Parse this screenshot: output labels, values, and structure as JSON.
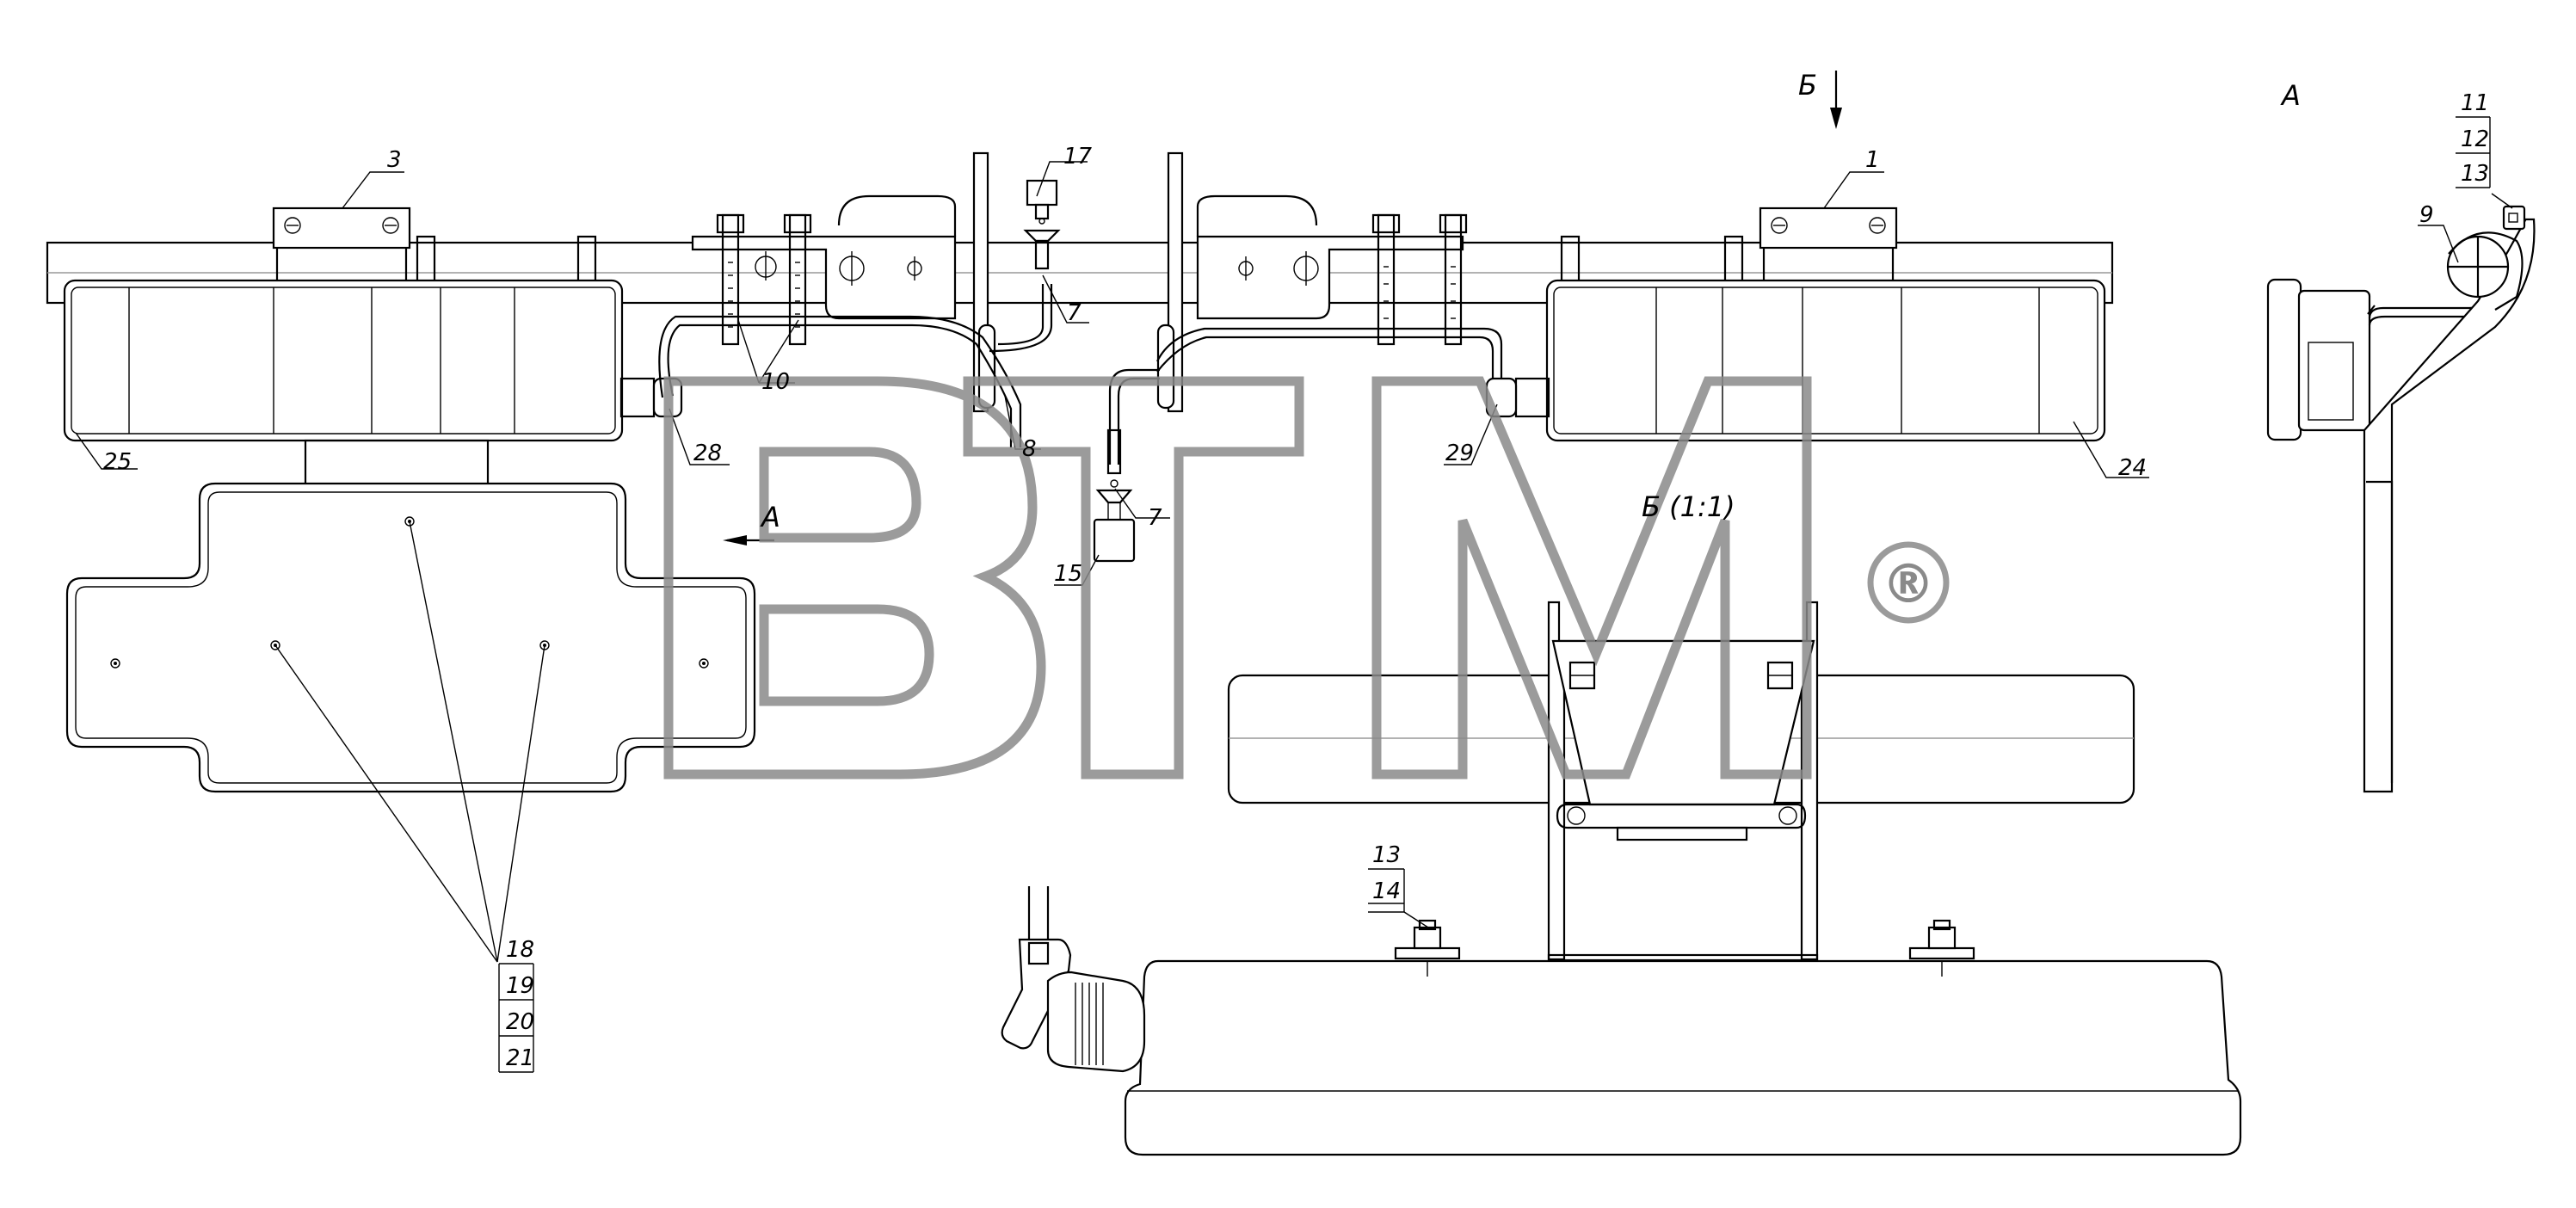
{
  "callouts": {
    "c1": "1",
    "c3": "3",
    "c7a": "7",
    "c7b": "7",
    "c8": "8",
    "c9": "9",
    "c10": "10",
    "c11": "11",
    "c12": "12",
    "c13a": "13",
    "c13b": "13",
    "c14": "14",
    "c15": "15",
    "c17": "17",
    "c18": "18",
    "c19": "19",
    "c20": "20",
    "c21": "21",
    "c24": "24",
    "c25": "25",
    "c28": "28",
    "c29": "29"
  },
  "views": {
    "view_a_label": "А",
    "view_b_label": "Б",
    "view_a_arrow": "А",
    "view_b_title": "Б (1:1)"
  },
  "watermark": {
    "text": "BTM",
    "registered": "®"
  },
  "colors": {
    "line": "#000000",
    "watermark": "#8a8a8a",
    "axis": "#999999"
  }
}
